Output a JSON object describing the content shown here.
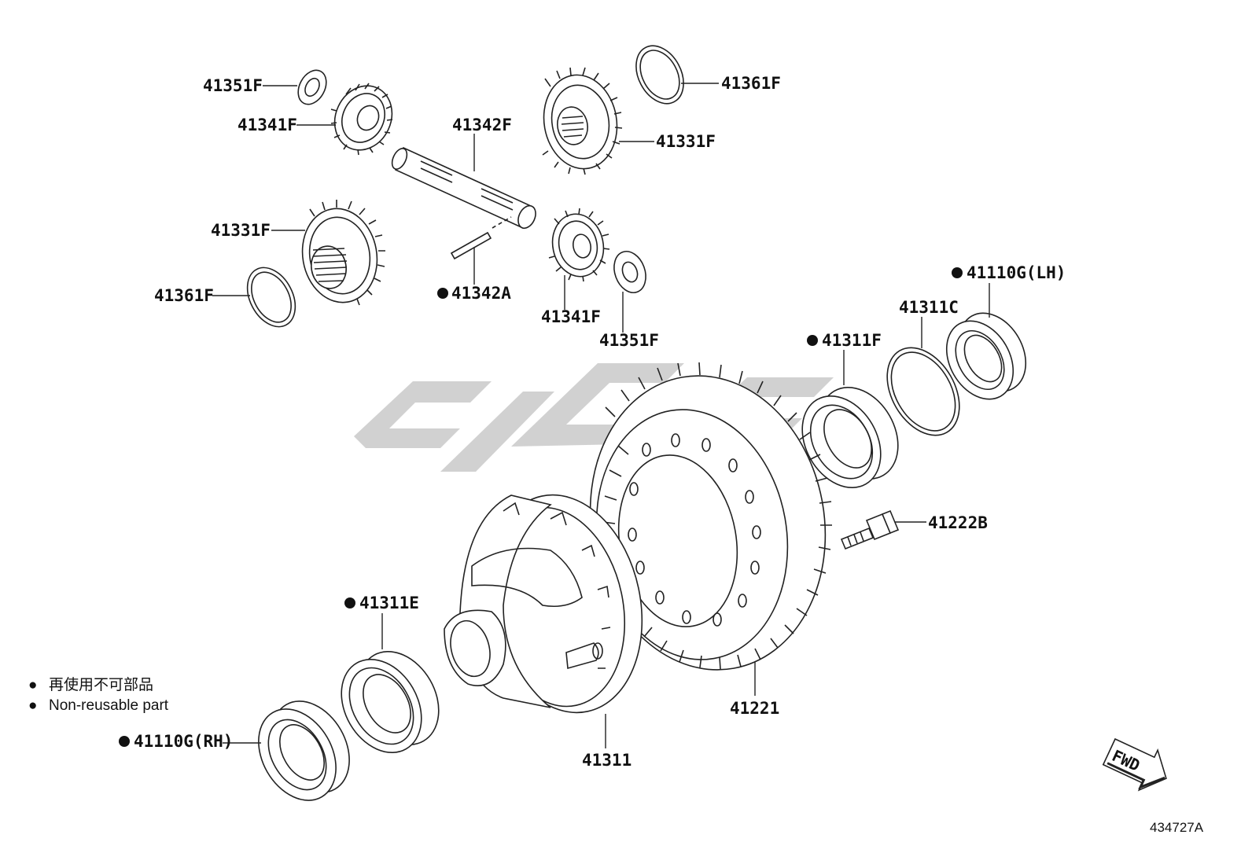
{
  "diagram": {
    "reference_code": "434727A",
    "direction_arrow": "FWD",
    "legend": {
      "marker": "●",
      "items": [
        "再使用不可部品",
        "Non-reusable part"
      ]
    },
    "parts": {
      "p41351F_top": {
        "number": "41351F",
        "non_reusable": false
      },
      "p41341F_top": {
        "number": "41341F",
        "non_reusable": false
      },
      "p41342F": {
        "number": "41342F",
        "non_reusable": false
      },
      "p41361F_top": {
        "number": "41361F",
        "non_reusable": false
      },
      "p41331F_right": {
        "number": "41331F",
        "non_reusable": false
      },
      "p41331F_left": {
        "number": "41331F",
        "non_reusable": false
      },
      "p41361F_left": {
        "number": "41361F",
        "non_reusable": false
      },
      "p41342A": {
        "number": "41342A",
        "non_reusable": true
      },
      "p41341F_bottom": {
        "number": "41341F",
        "non_reusable": false
      },
      "p41351F_bottom": {
        "number": "41351F",
        "non_reusable": false
      },
      "p41110G_LH": {
        "number": "41110G(LH)",
        "non_reusable": true
      },
      "p41311C": {
        "number": "41311C",
        "non_reusable": false
      },
      "p41311F": {
        "number": "41311F",
        "non_reusable": true
      },
      "p41222B": {
        "number": "41222B",
        "non_reusable": false
      },
      "p41311E": {
        "number": "41311E",
        "non_reusable": true
      },
      "p41221": {
        "number": "41221",
        "non_reusable": false
      },
      "p41311": {
        "number": "41311",
        "non_reusable": false
      },
      "p41110G_RH": {
        "number": "41110G(RH)",
        "non_reusable": true
      }
    }
  }
}
